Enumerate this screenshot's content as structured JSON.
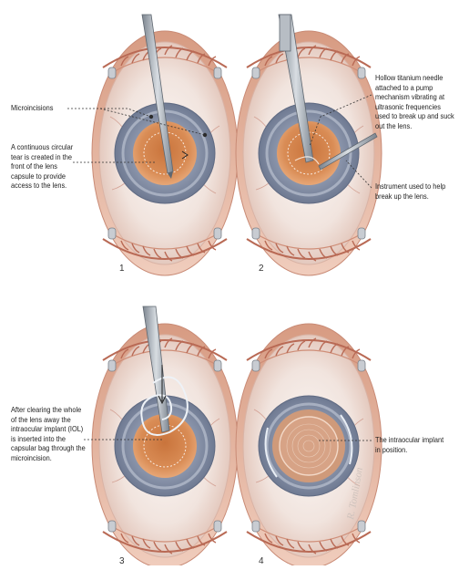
{
  "colors": {
    "sclera": "#efe6e1",
    "vessel": "#c98a7a",
    "eyelid_skin": "#e8c0ad",
    "eyelid_dark": "#b96a55",
    "iris_gray": "#8590a6",
    "iris_light": "#c5cbd9",
    "lens_orange": "#d7864d",
    "lens_center": "#c9743c",
    "instrument": "#9aa3ad",
    "leader": "#333333"
  },
  "panels": [
    {
      "number": "1"
    },
    {
      "number": "2"
    },
    {
      "number": "3"
    },
    {
      "number": "4"
    }
  ],
  "labels": {
    "microincisions": "Microincisions",
    "capsulorhexis": "A continuous circular\ntear is created in the\nfront of the lens\ncapsule to provide\naccess to the lens.",
    "phaco_needle": "Hollow titanium needle\nattached to a pump\nmechanism vibrating at\nultrasonic frequencies\nused to break up and suck\nout the lens.",
    "chopper": "Instrument used to help\nbreak up the lens.",
    "iol_insert": "After clearing the whole\nof the lens away the\nintraocular implant (IOL)\nis inserted into the\ncapsular bag through the\nmicroincision.",
    "iol_position": "The intraocular implant\nin position."
  },
  "signature": "R. Tomlinson"
}
